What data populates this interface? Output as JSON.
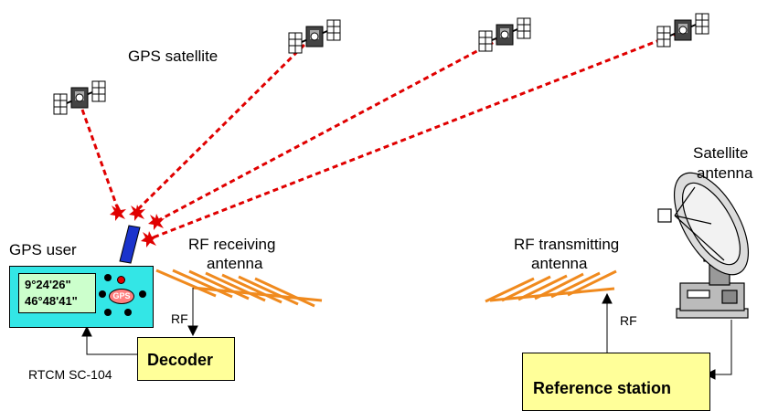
{
  "labels": {
    "gps_satellite": "GPS satellite",
    "gps_user": "GPS user",
    "rf_receiving_line1": "RF receiving",
    "rf_receiving_line2": "antenna",
    "rf_transmitting_line1": "RF transmitting",
    "rf_transmitting_line2": "antenna",
    "satellite_antenna_line1": "Satellite",
    "satellite_antenna_line2": "antenna",
    "rf_left": "RF",
    "rf_right": "RF",
    "rtcm": "RTCM SC-104"
  },
  "device": {
    "coord_line1": "9°24'26\"",
    "coord_line2": "46°48'41\"",
    "badge": "GPS"
  },
  "boxes": {
    "decoder": "Decoder",
    "reference_station": "Reference station"
  },
  "colors": {
    "signal": "#e00000",
    "antenna": "#f08a1e",
    "device_body": "#33e6e6",
    "box_fill": "#ffff99"
  }
}
